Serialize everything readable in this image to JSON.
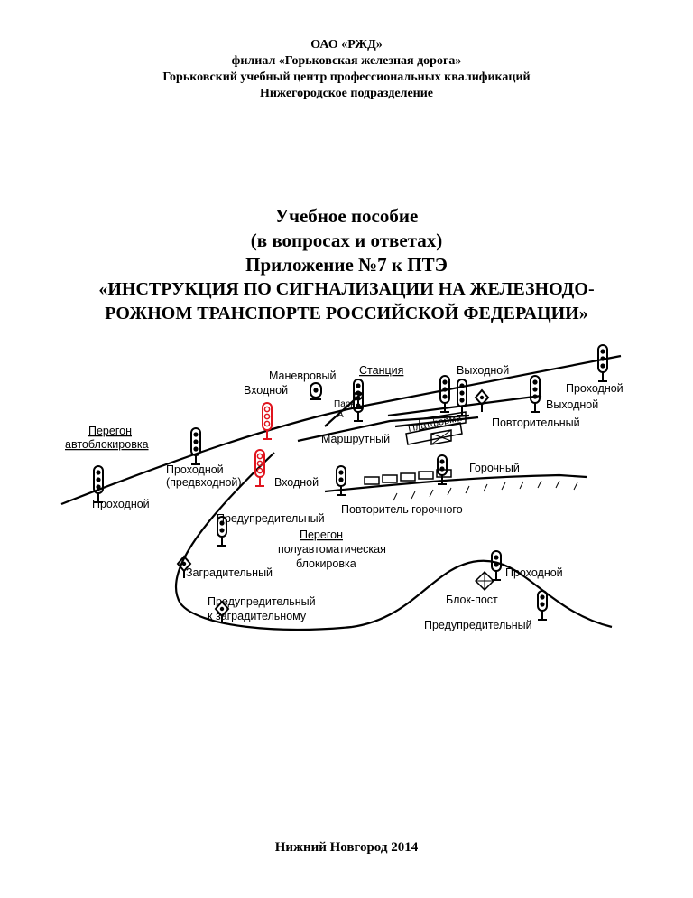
{
  "header": {
    "organization": "ОАО «РЖД»",
    "branch": "филиал «Горьковская железная дорога»",
    "center": "Горьковский учебный центр профессиональных квалификаций",
    "division": "Нижегородское подразделение"
  },
  "title": {
    "line1": "Учебное пособие",
    "line2": "(в вопросах и ответах)",
    "line3": "Приложение №7 к ПТЭ",
    "line4": "«ИНСТРУКЦИЯ ПО СИГНАЛИЗАЦИИ НА ЖЕЛЕЗНОДО-",
    "line5": "РОЖНОМ ТРАНСПОРТЕ РОССИЙСКОЙ ФЕДЕРАЦИИ»"
  },
  "diagram": {
    "labels": {
      "shunting": "Маневровый",
      "station": "Станция",
      "exit_top": "Выходной",
      "through_right": "Проходной",
      "exit_right": "Выходной",
      "entry_top": "Входной",
      "park": "Парк",
      "park_letter": "А",
      "platform": "Платформа",
      "repeater": "Повторительный",
      "haul_auto_1": "Перегон",
      "haul_auto_2": "автоблокировка",
      "route": "Маршрутный",
      "through_pre_1": "Проходной",
      "through_pre_2": "(предвходной)",
      "entry_lower": "Входной",
      "hump": "Горочный",
      "through_left": "Проходной",
      "warning": "Предупредительный",
      "hump_repeater": "Повторитель горочного",
      "haul_semi_1": "Перегон",
      "haul_semi_2": "полуавтоматическая",
      "haul_semi_3": "блокировка",
      "barrier": "Заградительный",
      "through_bottom": "Проходной",
      "block_post": "Блок-пост",
      "warning_barrier_1": "Предупредительный",
      "warning_barrier_2": "к заградительному",
      "warning_bottom": "Предупредительный"
    },
    "colors": {
      "highlight": "#e0141e",
      "line": "#000000"
    }
  },
  "footer": {
    "place_year": "Нижний Новгород 2014"
  }
}
